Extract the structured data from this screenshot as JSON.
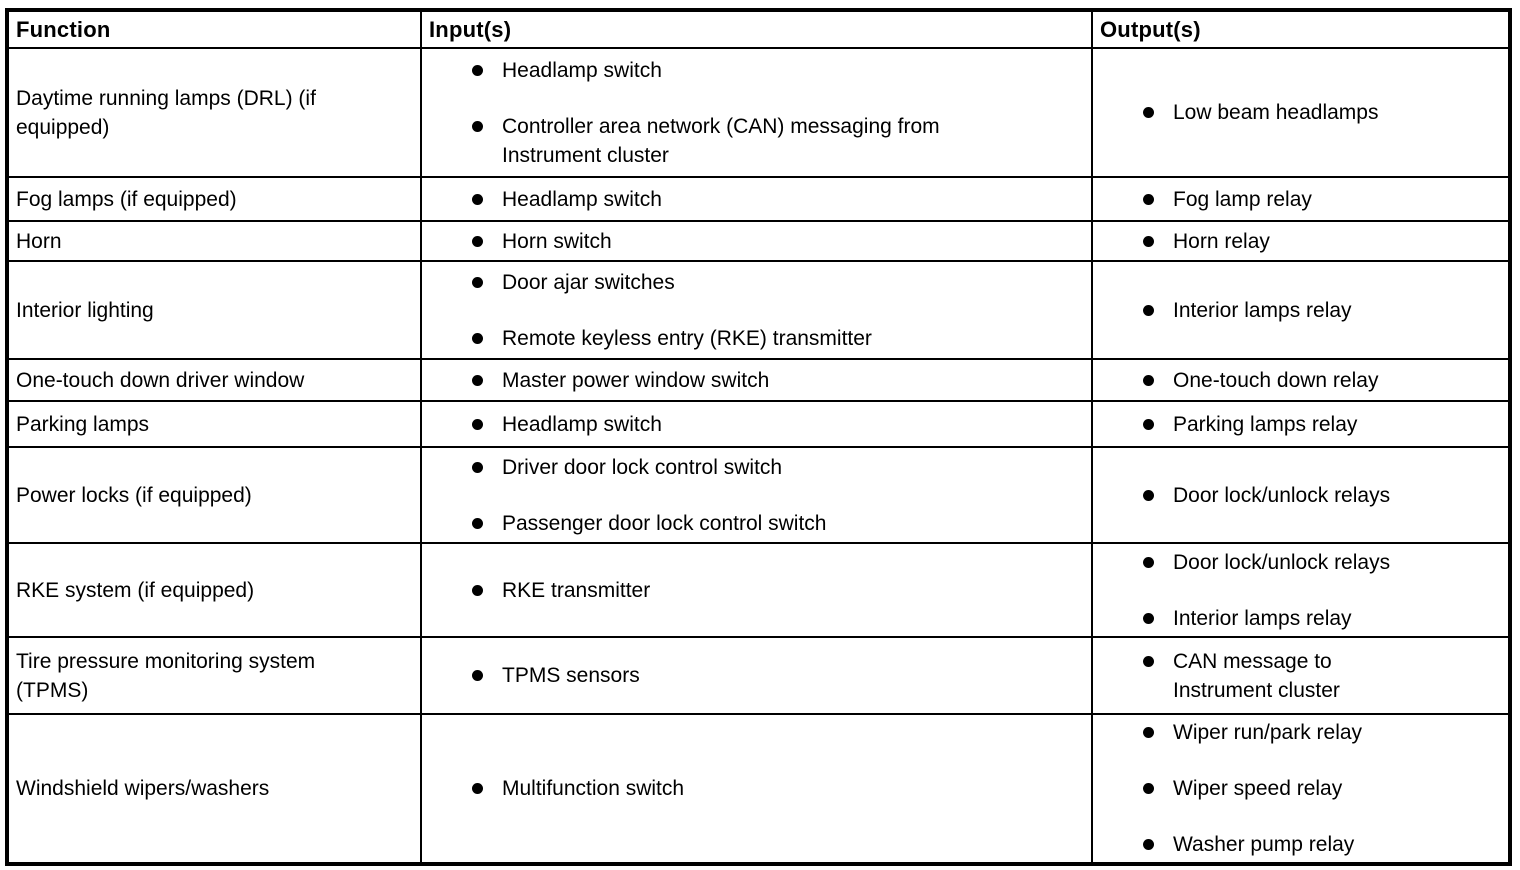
{
  "colors": {
    "background": "#ffffff",
    "text": "#000000",
    "border": "#000000",
    "bullet": "#000000"
  },
  "table": {
    "columns": [
      "Function",
      "Input(s)",
      "Output(s)"
    ],
    "rows": [
      {
        "function": "Daytime running lamps (DRL) (if\nequipped)",
        "inputs": [
          "Headlamp switch",
          "Controller area network (CAN) messaging from\nInstrument cluster"
        ],
        "outputs": [
          "Low beam headlamps"
        ]
      },
      {
        "function": "Fog lamps (if equipped)",
        "inputs": [
          "Headlamp switch"
        ],
        "outputs": [
          "Fog lamp relay"
        ]
      },
      {
        "function": "Horn",
        "inputs": [
          "Horn switch"
        ],
        "outputs": [
          "Horn relay"
        ]
      },
      {
        "function": "Interior lighting",
        "inputs": [
          "Door ajar switches",
          "Remote keyless entry (RKE) transmitter"
        ],
        "outputs": [
          "Interior lamps relay"
        ]
      },
      {
        "function": "One-touch down driver window",
        "inputs": [
          "Master power window switch"
        ],
        "outputs": [
          "One-touch down relay"
        ]
      },
      {
        "function": "Parking lamps",
        "inputs": [
          "Headlamp switch"
        ],
        "outputs": [
          "Parking lamps relay"
        ]
      },
      {
        "function": "Power locks (if equipped)",
        "inputs": [
          "Driver door lock control switch",
          "Passenger door lock control switch"
        ],
        "outputs": [
          "Door lock/unlock relays"
        ]
      },
      {
        "function": "RKE system (if equipped)",
        "inputs": [
          "RKE transmitter"
        ],
        "outputs": [
          "Door lock/unlock relays",
          "Interior lamps relay"
        ]
      },
      {
        "function": "Tire pressure monitoring system\n(TPMS)",
        "inputs": [
          "TPMS sensors"
        ],
        "outputs": [
          "CAN message to\nInstrument cluster"
        ]
      },
      {
        "function": "Windshield wipers/washers",
        "inputs": [
          "Multifunction switch"
        ],
        "outputs": [
          "Wiper run/park relay",
          "Wiper speed relay",
          "Washer pump relay"
        ]
      }
    ]
  }
}
